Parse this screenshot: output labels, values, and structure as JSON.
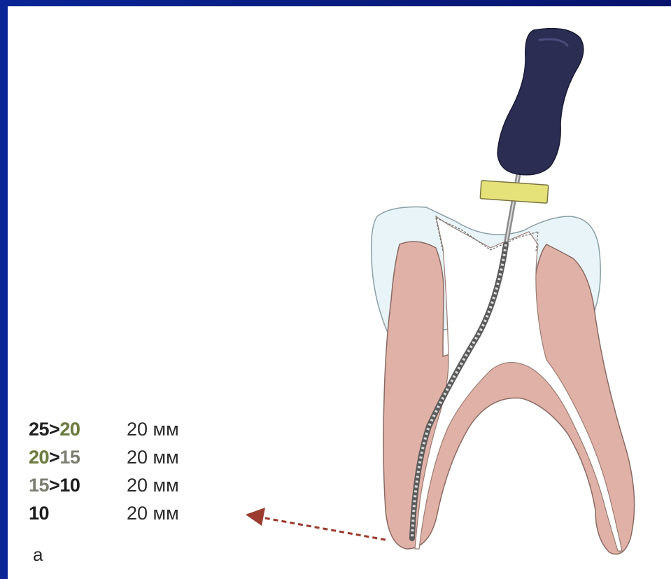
{
  "legend": {
    "rows": [
      {
        "first": "25",
        "sep": ">",
        "second": "20",
        "length": "20 мм"
      },
      {
        "first": "20",
        "sep": ">",
        "second": "15",
        "length": "20 мм"
      },
      {
        "first": "15",
        "sep": ">",
        "second": "10",
        "length": "20 мм"
      },
      {
        "first": "10",
        "sep": "",
        "second": "",
        "length": "20 мм"
      }
    ]
  },
  "caption": "а",
  "colors": {
    "frame": "#0b2596",
    "enamel": "#e8f4f7",
    "dentin": "#e0b1a6",
    "pulp": "#ffffff",
    "handle": "#2b2d52",
    "stopper": "#e6e27a",
    "arrow": "#9c3b2f"
  },
  "icons": [
    "endodontic-file-icon",
    "tooth-icon",
    "arrow-icon"
  ]
}
